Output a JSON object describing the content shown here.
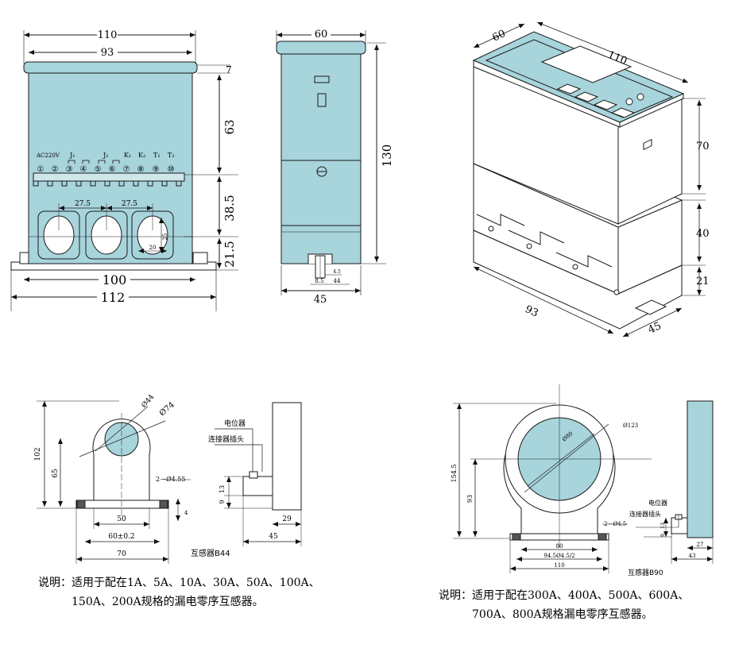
{
  "front_view": {
    "dim_total_width": "110",
    "dim_inner_width": "93",
    "dim_lid": "7",
    "dim_upper": "63",
    "dim_middle": "38.5",
    "dim_lower": "21.5",
    "dim_base": "100",
    "dim_base_total": "112",
    "dim_hole_pitch_1": "27.5",
    "dim_hole_pitch_2": "27.5",
    "dim_hole_h": "25",
    "dim_hole_w": "20",
    "terminal_power": "AC220V",
    "terminal_j1": "J₁",
    "terminal_j2": "J₂",
    "terminal_k1": "K₁",
    "terminal_k2": "K₂",
    "terminal_t1": "T₁",
    "terminal_t2": "T₂",
    "terminal_numbers": [
      "①",
      "②",
      "③",
      "④",
      "⑤",
      "⑥",
      "⑦",
      "⑧",
      "⑨",
      "⑩"
    ]
  },
  "side_view": {
    "dim_width": "60",
    "dim_height": "130",
    "dim_bottom": "45",
    "dim_slot_1": "8.5",
    "dim_slot_2": "44",
    "dim_slot_3": "4.5"
  },
  "iso_view": {
    "dim_depth": "60",
    "dim_length": "110",
    "dim_h_top": "70",
    "dim_h_mid": "40",
    "dim_h_bot": "21",
    "dim_base_len": "93",
    "dim_base_depth": "45"
  },
  "transformer_b44": {
    "dim_d1": "Ø44",
    "dim_d2": "Ø74",
    "dim_height": "102",
    "dim_center": "65",
    "dim_hole": "2－Ø4.55",
    "dim_13": "13",
    "dim_9": "9",
    "dim_4": "4",
    "dim_50": "50",
    "dim_60": "60±0.2",
    "dim_70": "70",
    "dim_29": "29",
    "dim_45": "45",
    "label_pot": "电位器",
    "label_conn": "连接器插头",
    "label_model": "互感器B44",
    "note_line1": "说明：适用于配在1A、5A、10A、30A、50A、100A、",
    "note_line2": "150A、200A规格的漏电零序互感器。"
  },
  "transformer_b90": {
    "dim_d1": "Ø80",
    "dim_d2": "Ø123",
    "dim_height": "154.5",
    "dim_center": "93",
    "dim_hole": "2－Ø4.5",
    "dim_13": "13",
    "dim_9": "9",
    "dim_80": "80",
    "dim_pitch": "94.5Ø4.5/2",
    "dim_110": "110",
    "dim_27": "27",
    "dim_43": "43",
    "label_pot": "电位器",
    "label_conn": "连接器插头",
    "label_model": "互感器B90",
    "note_line1": "说明：适用于配在300A、400A、500A、600A、",
    "note_line2": "700A、800A规格漏电零序互感器。"
  },
  "colors": {
    "fill": "#a8d4dc",
    "line": "#1a1a1a"
  }
}
